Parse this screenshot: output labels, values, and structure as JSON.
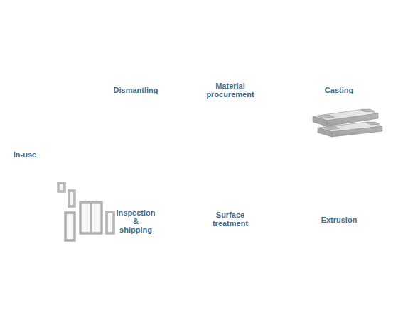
{
  "diagram": {
    "labels": [
      "Dismantling",
      "Material procurement",
      "Casting",
      "In-use",
      "Inspection & shipping",
      "Surface treatment",
      "Extrusion"
    ]
  }
}
